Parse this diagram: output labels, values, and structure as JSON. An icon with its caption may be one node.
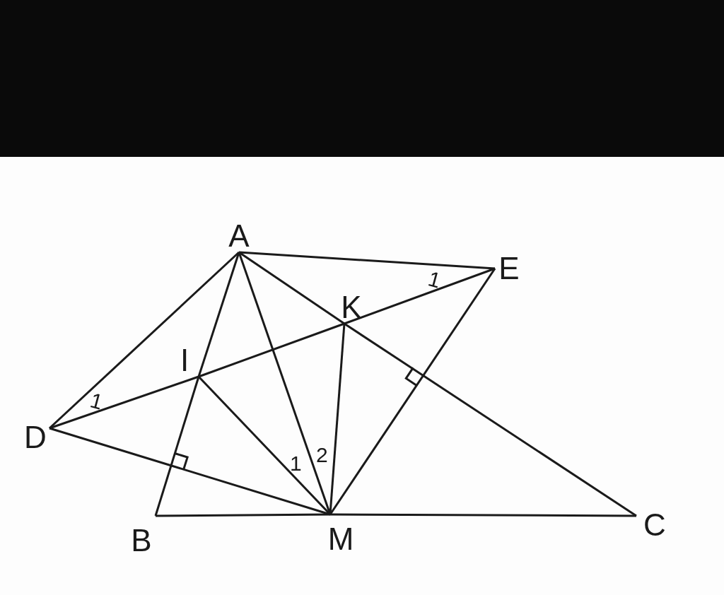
{
  "diagram": {
    "nodes": [
      {
        "text": [
          "A"
        ]
      },
      {
        "text": [
          "E"
        ]
      },
      {
        "text": [
          "K"
        ]
      },
      {
        "text": [
          "I"
        ]
      },
      {
        "text": [
          "D"
        ]
      },
      {
        "text": [
          "B"
        ]
      },
      {
        "text": [
          "M"
        ]
      },
      {
        "text": [
          "C"
        ]
      }
    ],
    "edges": [
      {
        "from": 0,
        "to": 1,
        "arrow": "none"
      },
      {
        "from": 0,
        "to": 4,
        "arrow": "none"
      },
      {
        "from": 0,
        "to": 3,
        "arrow": "none"
      },
      {
        "from": 3,
        "to": 5,
        "arrow": "none"
      },
      {
        "from": 0,
        "to": 6,
        "arrow": "none"
      },
      {
        "from": 0,
        "to": 2,
        "arrow": "none"
      },
      {
        "from": 2,
        "to": 7,
        "arrow": "none"
      },
      {
        "from": 4,
        "to": 3,
        "arrow": "none"
      },
      {
        "from": 3,
        "to": 2,
        "arrow": "none"
      },
      {
        "from": 2,
        "to": 1,
        "arrow": "none"
      },
      {
        "from": 4,
        "to": 6,
        "arrow": "none"
      },
      {
        "from": 1,
        "to": 6,
        "arrow": "none"
      },
      {
        "from": 3,
        "to": 6,
        "arrow": "none"
      },
      {
        "from": 2,
        "to": 6,
        "arrow": "none"
      },
      {
        "from": 5,
        "to": 6,
        "arrow": "none"
      },
      {
        "from": 6,
        "to": 7,
        "arrow": "none"
      }
    ],
    "labels": [
      "1",
      "1",
      "2",
      "1"
    ]
  }
}
